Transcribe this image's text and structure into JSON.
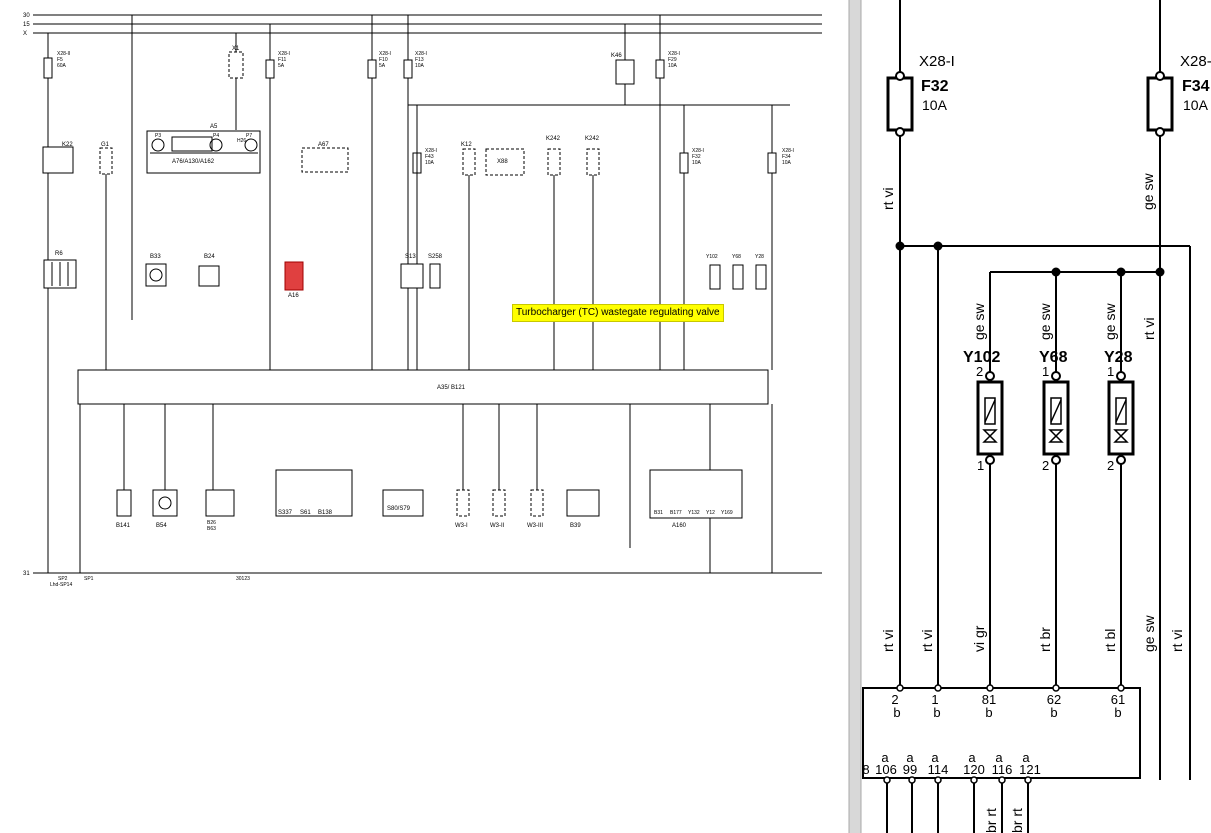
{
  "overview": {
    "rails": [
      "30",
      "15",
      "X"
    ],
    "ground_label": "31",
    "ground_refs": [
      "SP2",
      "SP1",
      "Lhd-SP14",
      "30123"
    ],
    "fuses": [
      {
        "conn": "X28-II",
        "name": "F5",
        "rating": "60A"
      },
      {
        "conn": "X28-I",
        "name": "F11",
        "rating": "5A"
      },
      {
        "conn": "X28-I",
        "name": "F10",
        "rating": "5A"
      },
      {
        "conn": "X28-I",
        "name": "F13",
        "rating": "10A"
      },
      {
        "conn": "X28-I",
        "name": "F29",
        "rating": "10A"
      },
      {
        "conn": "X28-I",
        "name": "F43",
        "rating": "10A"
      },
      {
        "conn": "X28-I",
        "name": "F32",
        "rating": "10A"
      },
      {
        "conn": "X28-I",
        "name": "F34",
        "rating": "10A"
      }
    ],
    "components": [
      "X1",
      "K46",
      "K22",
      "G1",
      "A5",
      "P3",
      "P4",
      "P7",
      "H26",
      "A76/A130/A162",
      "A67",
      "K12",
      "X88",
      "K242",
      "K242",
      "R6",
      "B33",
      "B24",
      "A16",
      "S13",
      "S258",
      "Y102",
      "Y68",
      "Y28",
      "B141",
      "B54",
      "B26",
      "B63",
      "S337",
      "S61",
      "B138",
      "S80/S79",
      "W3-I",
      "W3-II",
      "W3-III",
      "B39",
      "B31",
      "B177",
      "Y132",
      "Y12",
      "Y169",
      "A160"
    ],
    "ecu_label": "A35/ B121"
  },
  "tooltip": "Turbocharger (TC) wastegate regulating valve",
  "detail": {
    "fuses": [
      {
        "conn": "X28-I",
        "name": "F32",
        "rating": "10A"
      },
      {
        "conn": "X28-",
        "name": "F34",
        "rating": "10A"
      }
    ],
    "wire_top": [
      "rt vi",
      "ge sw"
    ],
    "valve_wires": [
      "ge sw",
      "ge sw",
      "ge sw",
      "rt vi"
    ],
    "valves": [
      {
        "name": "Y102",
        "pin_top": "2",
        "pin_bottom": "1"
      },
      {
        "name": "Y68",
        "pin_top": "1",
        "pin_bottom": "2"
      },
      {
        "name": "Y28",
        "pin_top": "1",
        "pin_bottom": "2"
      }
    ],
    "bottom_wires": [
      "rt vi",
      "rt vi",
      "vi gr",
      "rt br",
      "rt bl",
      "ge sw",
      "rt vi"
    ],
    "ecu_pins_b": [
      {
        "num": "2",
        "conn": "b"
      },
      {
        "num": "1",
        "conn": "b"
      },
      {
        "num": "81",
        "conn": "b"
      },
      {
        "num": "62",
        "conn": "b"
      },
      {
        "num": "61",
        "conn": "b"
      }
    ],
    "ecu_pins_a": [
      {
        "num": "8",
        "conn": ""
      },
      {
        "num": "106",
        "conn": "a"
      },
      {
        "num": "99",
        "conn": "a"
      },
      {
        "num": "114",
        "conn": "a"
      },
      {
        "num": "120",
        "conn": "a"
      },
      {
        "num": "116",
        "conn": "a"
      },
      {
        "num": "121",
        "conn": "a"
      }
    ],
    "lower_wires": [
      "br rt",
      "br rt"
    ]
  }
}
